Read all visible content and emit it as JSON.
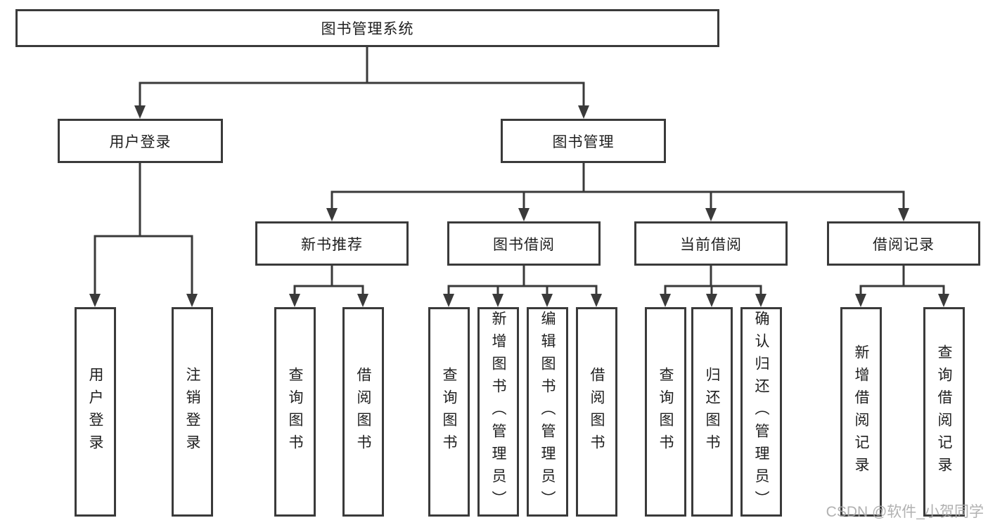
{
  "tree": {
    "label": "图书管理系统",
    "children": [
      {
        "label": "用户登录",
        "children": [
          {
            "label": "用户登录"
          },
          {
            "label": "注销登录"
          }
        ]
      },
      {
        "label": "图书管理",
        "children": [
          {
            "label": "新书推荐",
            "children": [
              {
                "label": "查询图书"
              },
              {
                "label": "借阅图书"
              }
            ]
          },
          {
            "label": "图书借阅",
            "children": [
              {
                "label": "查询图书"
              },
              {
                "label": "新增图书（管理员）"
              },
              {
                "label": "编辑图书（管理员）"
              },
              {
                "label": "借阅图书"
              }
            ]
          },
          {
            "label": "当前借阅",
            "children": [
              {
                "label": "查询图书"
              },
              {
                "label": "归还图书"
              },
              {
                "label": "确认归还（管理员）"
              }
            ]
          },
          {
            "label": "借阅记录",
            "children": [
              {
                "label": "新增借阅记录"
              },
              {
                "label": "查询借阅记录"
              }
            ]
          }
        ]
      }
    ]
  },
  "watermark": {
    "text": "CSDN @软件_小贺同学"
  },
  "colors": {
    "line": "#3a3a3a",
    "box_border": "#3a3a3a",
    "text": "#1f1f1f",
    "watermark": "#a9a9a9",
    "background": "#ffffff"
  }
}
